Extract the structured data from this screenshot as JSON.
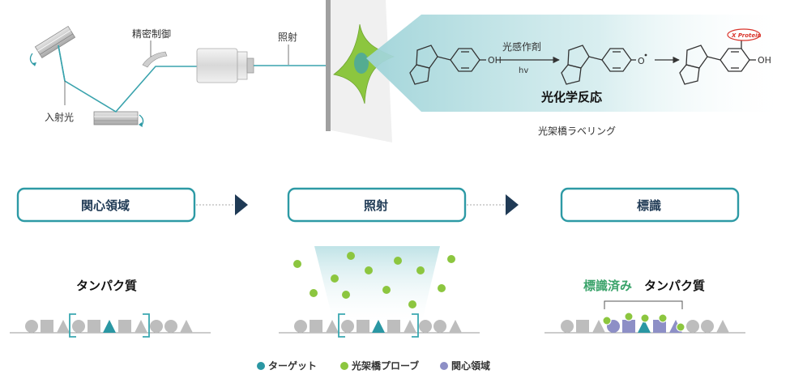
{
  "top": {
    "incident_light_label": "入射光",
    "precision_control_label": "精密制御",
    "irradiation_label": "照射",
    "photosensitizer_label": "光感作剤",
    "hv_label": "hv",
    "photochemical_reaction_label": "光化学反応",
    "photo_crosslink_labeling_label": "光架橋ラベリング",
    "oh_label_1": "OH",
    "o_radical_label": "O",
    "oh_label_2": "OH",
    "x_protein_label": "X Protein"
  },
  "steps": [
    {
      "label": "関心領域",
      "caption": "タンパク質"
    },
    {
      "label": "照射"
    },
    {
      "label": "標識",
      "caption_green": "標識済み",
      "caption_black": "タンパク質"
    }
  ],
  "legend": [
    {
      "label": "ターゲット",
      "color": "#2a97a3"
    },
    {
      "label": "光架橋プローブ",
      "color": "#8cc63f"
    },
    {
      "label": "関心領域",
      "color": "#8d8fc6"
    }
  ],
  "colors": {
    "teal": "#2d9aa5",
    "navy": "#1f3a55",
    "green": "#8cc63f",
    "purple": "#8d8fc6",
    "gray": "#bdbdbd",
    "label_green": "#3aa36a"
  }
}
